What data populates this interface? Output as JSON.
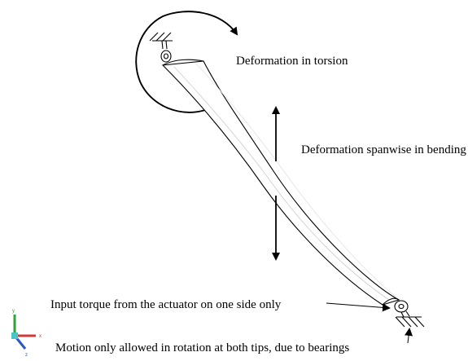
{
  "labels": {
    "torsion": "Deformation in torsion",
    "spanwise": "Deformation spanwise in bending",
    "torque": "Input torque from the actuator on one side only",
    "motion": "Motion only allowed in rotation at both tips, due to bearings"
  },
  "axes": {
    "y": "y",
    "x": "x",
    "z": "z"
  },
  "colors": {
    "y_axis": "#2fa23a",
    "x_axis": "#d23a3a",
    "z_axis": "#2a58c8",
    "origin": "#49c7c7"
  }
}
